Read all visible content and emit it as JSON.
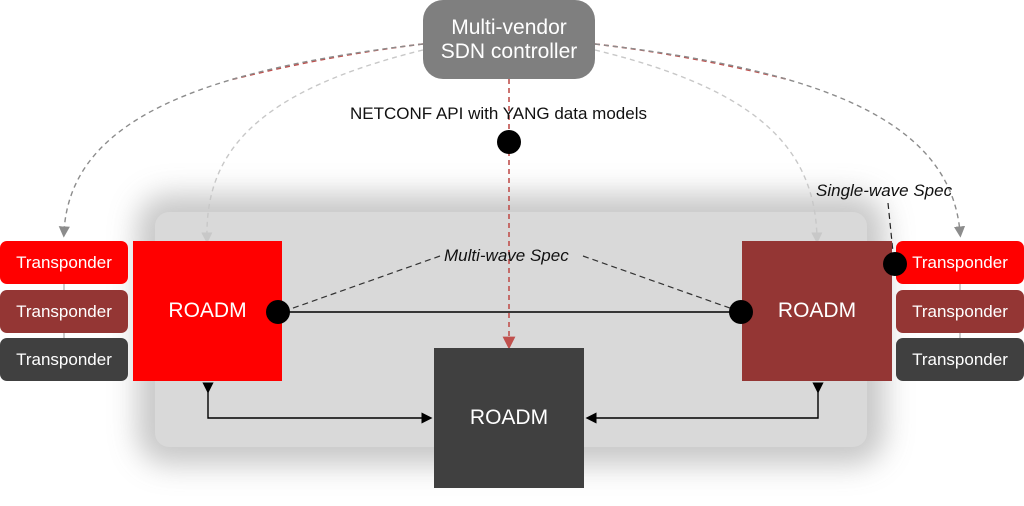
{
  "controller": {
    "line1": "Multi-vendor",
    "line2": "SDN controller",
    "color": "#7f7f7f"
  },
  "interface_label": "NETCONF API with YANG data models",
  "multiwave_label": "Multi-wave Spec",
  "singlewave_label": "Single-wave Spec",
  "roadms": {
    "left": {
      "label": "ROADM",
      "color": "#ff0000"
    },
    "right": {
      "label": "ROADM",
      "color": "#943634"
    },
    "center": {
      "label": "ROADM",
      "color": "#404040"
    }
  },
  "transponders_left": [
    {
      "label": "Transponder",
      "color": "#ff0000"
    },
    {
      "label": "Transponder",
      "color": "#943634"
    },
    {
      "label": "Transponder",
      "color": "#404040"
    }
  ],
  "transponders_right": [
    {
      "label": "Transponder",
      "color": "#ff0000"
    },
    {
      "label": "Transponder",
      "color": "#943634"
    },
    {
      "label": "Transponder",
      "color": "#404040"
    }
  ],
  "colors": {
    "control_link_red": "#c0504d",
    "control_link_gray": "#a6a6a6",
    "domain_background": "#d9d9d9"
  }
}
